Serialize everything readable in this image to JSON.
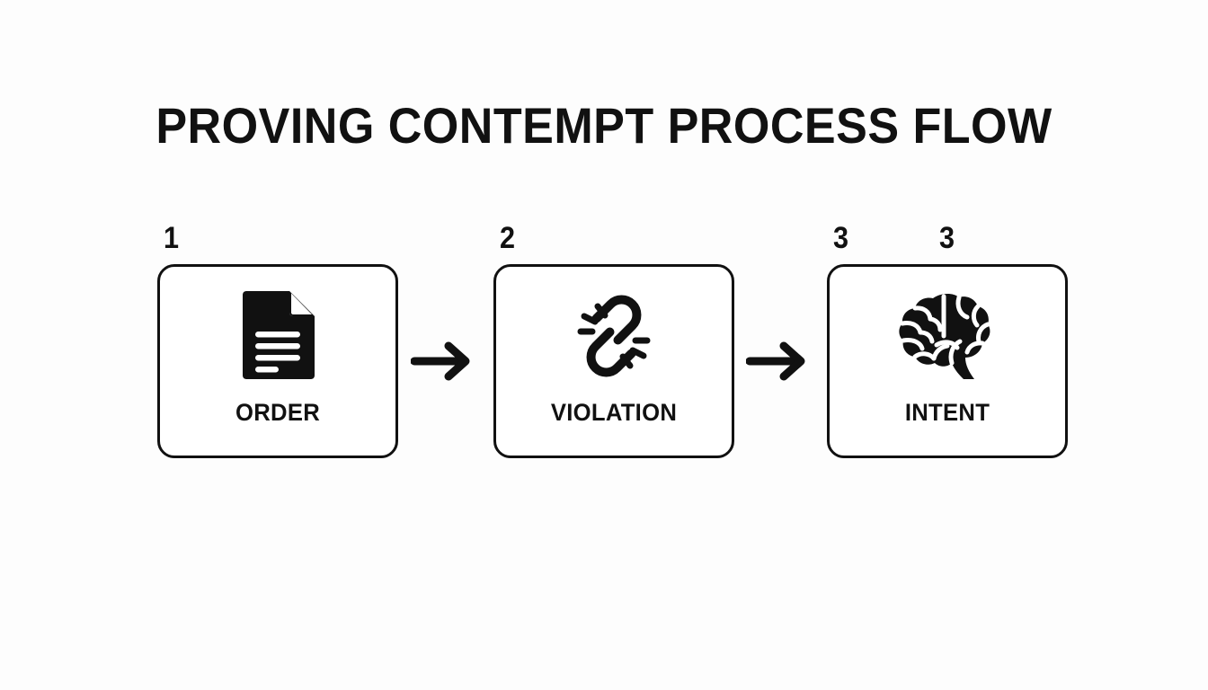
{
  "slide": {
    "title": "PROVING CONTEMPT PROCESS FLOW",
    "background_color": "#fdfdfd",
    "ink_color": "#111111"
  },
  "flow": {
    "steps": [
      {
        "number": "1",
        "label": "ORDER",
        "icon": "document-icon"
      },
      {
        "number": "2",
        "label": "VIOLATION",
        "icon": "broken-chain-icon"
      },
      {
        "number": "3",
        "number_duplicate": "3",
        "label": "INTENT",
        "icon": "brain-icon"
      }
    ],
    "connectors": [
      {
        "icon": "arrow-right-icon"
      },
      {
        "icon": "arrow-right-icon"
      }
    ]
  }
}
